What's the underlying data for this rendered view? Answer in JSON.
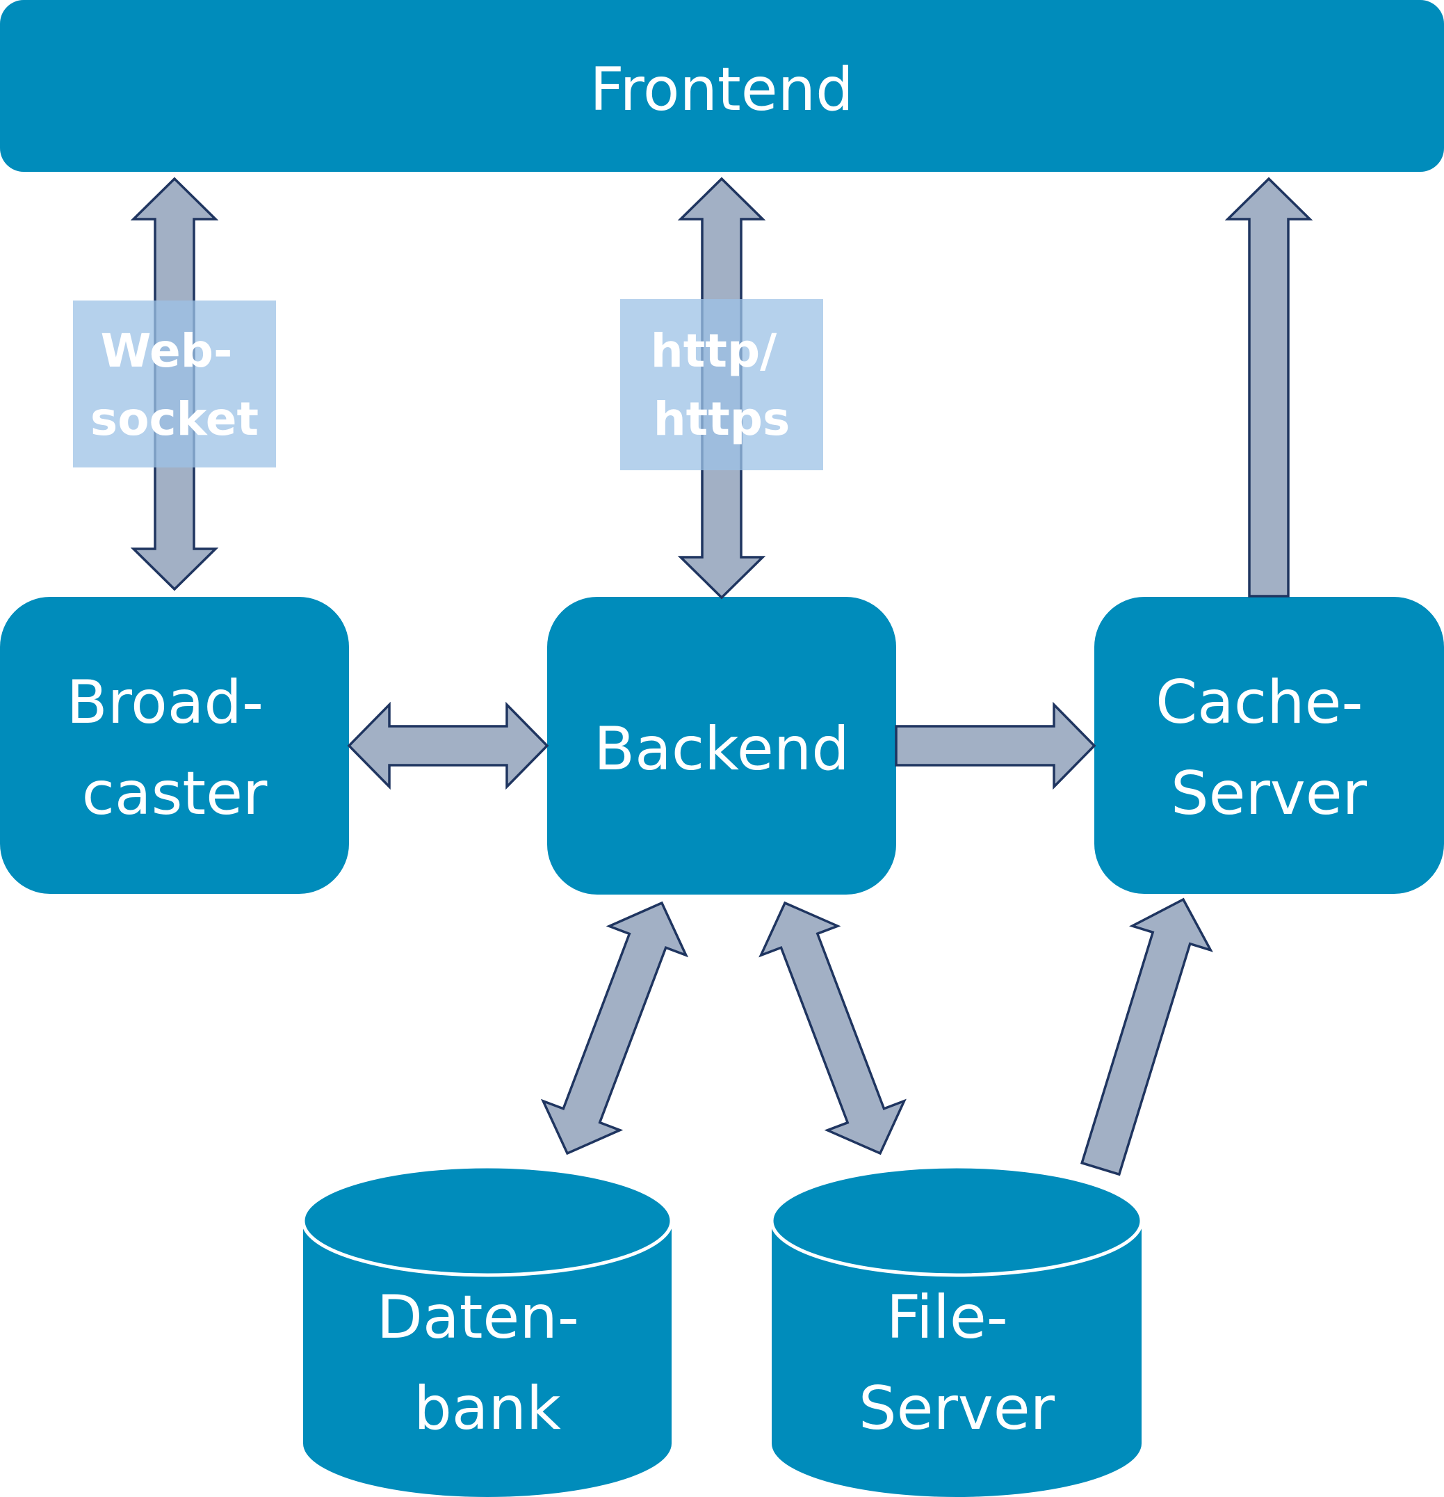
{
  "colors": {
    "node_fill": "#008cbb",
    "arrow_fill": "#a2b0c5",
    "arrow_stroke": "#1f3560",
    "protocol_label_fill": "#9cc2e5",
    "text": "#ffffff"
  },
  "nodes": {
    "frontend": {
      "lines": [
        "Frontend"
      ]
    },
    "broadcaster": {
      "lines": [
        "Broad-",
        "caster"
      ]
    },
    "backend": {
      "lines": [
        "Backend"
      ]
    },
    "cache_server": {
      "lines": [
        "Cache-",
        "Server"
      ]
    },
    "datenbank": {
      "lines": [
        "Daten-",
        "bank"
      ]
    },
    "file_server": {
      "lines": [
        "File-",
        "Server"
      ]
    }
  },
  "protocols": {
    "websocket": {
      "lines": [
        "Web-",
        "socket"
      ]
    },
    "http": {
      "lines": [
        "http/",
        "https"
      ]
    }
  },
  "connections": [
    {
      "from": "frontend",
      "to": "broadcaster",
      "direction": "both",
      "label": "websocket"
    },
    {
      "from": "frontend",
      "to": "backend",
      "direction": "both",
      "label": "http"
    },
    {
      "from": "cache_server",
      "to": "frontend",
      "direction": "one-way"
    },
    {
      "from": "broadcaster",
      "to": "backend",
      "direction": "both"
    },
    {
      "from": "backend",
      "to": "cache_server",
      "direction": "one-way"
    },
    {
      "from": "backend",
      "to": "datenbank",
      "direction": "both"
    },
    {
      "from": "backend",
      "to": "file_server",
      "direction": "both"
    },
    {
      "from": "file_server",
      "to": "cache_server",
      "direction": "one-way"
    }
  ]
}
